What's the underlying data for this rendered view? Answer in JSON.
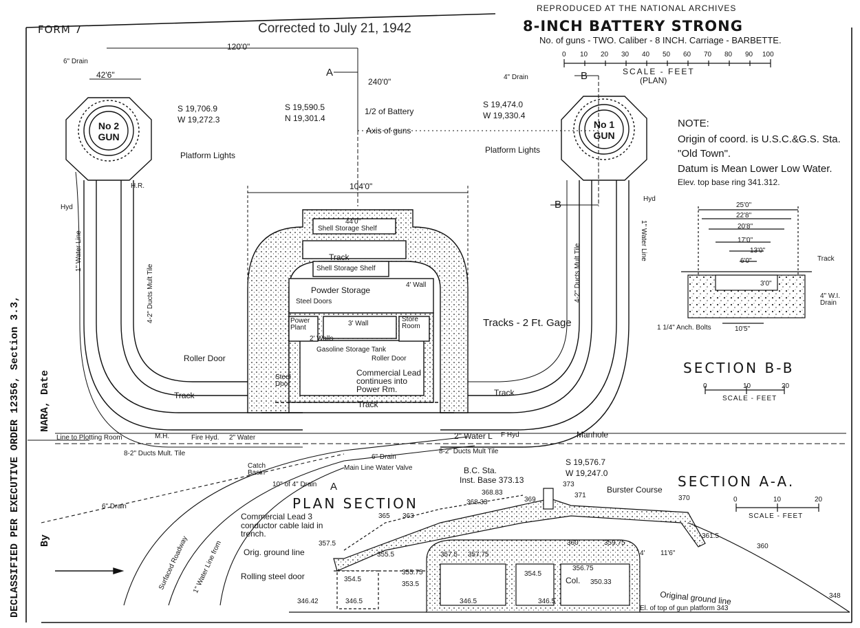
{
  "form": "FORM 7",
  "corrected": "Corrected to July 21, 1942",
  "archives": "REPRODUCED AT THE NATIONAL ARCHIVES",
  "battery_title": "8-INCH BATTERY STRONG",
  "guns_info": "No. of guns - TWO.  Caliber - 8 INCH.  Carriage - BARBETTE.",
  "plan_scale": {
    "ticks": [
      "0",
      "10",
      "20",
      "30",
      "40",
      "50",
      "60",
      "70",
      "80",
      "90",
      "100"
    ],
    "label": "SCALE - FEET",
    "sub": "(PLAN)"
  },
  "notes": {
    "title": "NOTE:",
    "lines": [
      "Origin of coord. is U.S.C.&G.S. Sta.",
      "\"Old Town\".",
      "Datum is Mean Lower Low Water.",
      "Elev. top base ring 341.312."
    ]
  },
  "gun2": {
    "no": "No 2",
    "label": "GUN",
    "s": "S 19,706.9",
    "w": "W 19,272.3"
  },
  "gun1": {
    "no": "No 1",
    "label": "GUN",
    "s": "S 19,474.0",
    "w": "W 19,330.4"
  },
  "battery_center": {
    "s": "S 19,590.5",
    "w": "N 19,301.4",
    "label": "1/2 of Battery",
    "axis": "Axis of guns"
  },
  "dims": {
    "d120": "120'0\"",
    "d240": "240'0\"",
    "d42": "42'6\"",
    "d104": "104'0\"",
    "d44": "44'0\""
  },
  "markers": {
    "a": "A",
    "b": "B"
  },
  "rooms": {
    "shell1": "Shell Storage Shelf",
    "track": "Track",
    "shell2": "Shell Storage Shelf",
    "powder": "Powder Storage",
    "steel_doors": "Steel Doors",
    "power": "Power Plant",
    "store": "Store Room",
    "wall3": "3' Wall",
    "wall4": "4' Wall",
    "walls2": "2' Walls",
    "gas": "Gasoline Storage Tank",
    "roller": "Roller Door",
    "commercial": "Commercial Lead continues into Power Rm.",
    "steel_door": "Steel Door"
  },
  "plan_labels": {
    "platform_lights_l": "Platform Lights",
    "platform_lights_r": "Platform Lights",
    "tracks_gage": "Tracks - 2 Ft. Gage",
    "roller_door": "Roller Door",
    "track_l": "Track",
    "track_r": "Track",
    "track_c": "Track",
    "drain6": "6\" Drain",
    "drain4": "4\" Drain",
    "hyd": "Hyd",
    "hyd_l": "Hyd",
    "manhole": "Manhole",
    "mh": "M.H.",
    "fire_hyd": "Fire Hyd.",
    "f_hyd": "F Hyd",
    "water2l": "2\" Water",
    "water2r": "2\" Water L",
    "line_plot": "Line to Plotting Room",
    "ducts_l": "8-2\" Ducts Mult. Tile",
    "ducts_r": "8-2\" Ducts Mult Tile",
    "ducts_v1": "4-2\" Ducts Mult Tile",
    "ducts_v2": "4-2\" Ducts Mult Tile",
    "water_v1": "1\" Water Line",
    "water_v2": "1\" Water Line",
    "catch": "Catch Basin",
    "drain10": "10\" of 4\" Drain",
    "valve": "Main Line Water Valve",
    "plan_section": "PLAN SECTION",
    "commercial_lead": "Commercial Lead 3 conductor cable laid in trench.",
    "roadway": "Surfaced Roadway",
    "water_line_from": "1\" Water Line from",
    "drain6b": "6\" Drain",
    "drain6c": "6\" Drain",
    "hr": "H.R."
  },
  "section_bb": {
    "title": "SECTION B-B",
    "dims": [
      "25'0\"",
      "22'8\"",
      "20'8\"",
      "17'0\"",
      "13'0\"",
      "6'0\"",
      "3'0\"",
      "10'5\""
    ],
    "track": "Track",
    "drain": "4\" W.I. Drain",
    "bolts": "1 1/4\" Anch. Bolts",
    "scale": {
      "ticks": [
        "0",
        "10",
        "20"
      ],
      "label": "SCALE - FEET"
    }
  },
  "bc_station": {
    "name": "B.C. Sta.",
    "inst": "Inst. Base 373.13",
    "s": "S 19,576.7",
    "w": "W 19,247.0"
  },
  "section_aa": {
    "title": "SECTION A-A.",
    "scale": {
      "ticks": [
        "0",
        "10",
        "20"
      ],
      "label": "SCALE - FEET"
    },
    "burster": "Burster Course",
    "orig_ground": "Orig. ground line",
    "orig_ground2": "Original ground line",
    "rolling": "Rolling steel door",
    "gun_platform": "El. of top of gun platform 343",
    "col": "Col.",
    "elevs": [
      "368.83",
      "368.33",
      "369",
      "373",
      "371",
      "370",
      "365",
      "363",
      "360",
      "359.75",
      "357.5",
      "355.5",
      "357.5",
      "357.75",
      "355.75",
      "353.5",
      "354.5",
      "354.5",
      "356.75",
      "350.33",
      "346.42",
      "346.5",
      "346.5",
      "346.5",
      "348",
      "361.5",
      "360",
      "11'6\"",
      "4'"
    ]
  },
  "stamp": {
    "declass": "DECLASSIFIED PER EXECUTIVE ORDER 12356, Section 3.3,",
    "nara": "NARA, Date",
    "by": "By"
  }
}
